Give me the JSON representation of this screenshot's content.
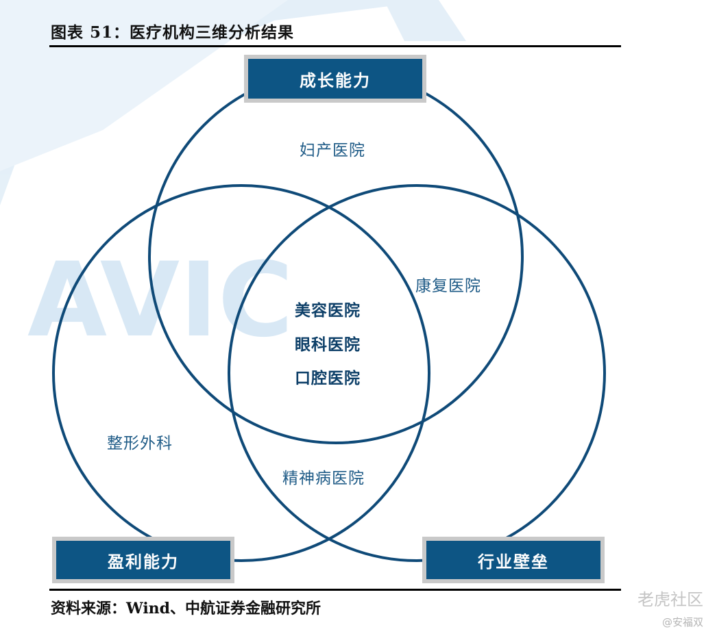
{
  "title": "图表 51：医疗机构三维分析结果",
  "source": "资料来源：Wind、中航证券金融研究所",
  "background_logo": {
    "text": "AVIC",
    "color": "#cfe3f3"
  },
  "circles": {
    "top": {
      "label": "成长能力"
    },
    "left": {
      "label": "盈利能力"
    },
    "right": {
      "label": "行业壁垒"
    }
  },
  "regions": {
    "top_only": "妇产医院",
    "top_right": "康复医院",
    "left_only": "整形外科",
    "left_right": "精神病医院",
    "center": [
      "美容医院",
      "眼科医院",
      "口腔医院"
    ]
  },
  "colors": {
    "circle_stroke": "#0f4a78",
    "label_fill": "#0d5584",
    "label_border": "#c9c9c9"
  },
  "watermark": {
    "main": "老虎社区",
    "sub": "@安福双"
  }
}
